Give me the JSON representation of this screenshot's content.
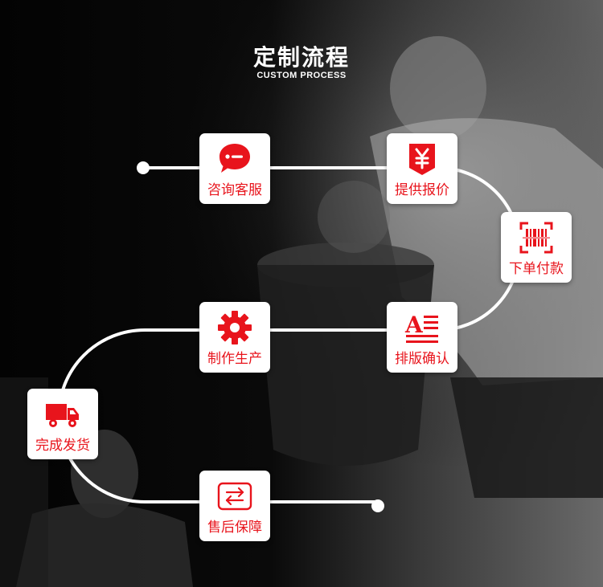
{
  "header": {
    "title": "定制流程",
    "subtitle": "CUSTOM PROCESS"
  },
  "steps": [
    {
      "label": "咨询客服",
      "icon": "chat-bubble-icon"
    },
    {
      "label": "提供报价",
      "icon": "yen-price-tag-icon"
    },
    {
      "label": "下单付款",
      "icon": "barcode-scan-icon"
    },
    {
      "label": "排版确认",
      "icon": "typesetting-icon"
    },
    {
      "label": "制作生产",
      "icon": "gear-icon"
    },
    {
      "label": "完成发货",
      "icon": "delivery-truck-icon"
    },
    {
      "label": "售后保障",
      "icon": "exchange-arrows-icon"
    }
  ],
  "colors": {
    "accent": "#e8141c",
    "path": "#ffffff",
    "card": "#ffffff",
    "background": "#050505"
  }
}
